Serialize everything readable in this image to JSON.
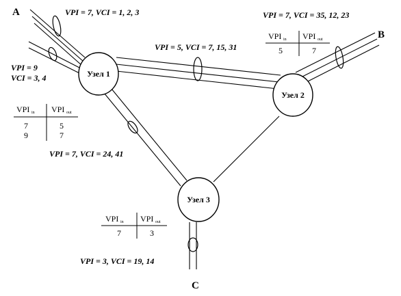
{
  "endpoints": {
    "a": "A",
    "b": "B",
    "c": "C"
  },
  "nodes": {
    "n1": "Узел 1",
    "n2": "Узел 2",
    "n3": "Узел 3"
  },
  "labels": {
    "a_top": "VPI = 7, VCI = 1, 2, 3",
    "b_top": "VPI = 7, VCI = 35, 12, 23",
    "n1_n2": "VPI = 5, VCI = 7, 15, 31",
    "a_low_1": "VPI = 9",
    "a_low_2": "VCI = 3, 4",
    "n1_n3": "VPI = 7, VCI = 24, 41",
    "c_link": "VPI = 3, VCI = 19, 14"
  },
  "tables": {
    "node1": {
      "head_in": "VPI",
      "sub_in": "in",
      "head_out": "VPI",
      "sub_out": "out",
      "rows": [
        [
          "7",
          "5"
        ],
        [
          "9",
          "7"
        ]
      ]
    },
    "node2": {
      "head_in": "VPI",
      "sub_in": "in",
      "head_out": "VPI",
      "sub_out": "out",
      "rows": [
        [
          "5",
          "7"
        ]
      ]
    },
    "node3": {
      "head_in": "VPI",
      "sub_in": "in",
      "head_out": "VPI",
      "sub_out": "out",
      "rows": [
        [
          "7",
          "3"
        ]
      ]
    }
  }
}
